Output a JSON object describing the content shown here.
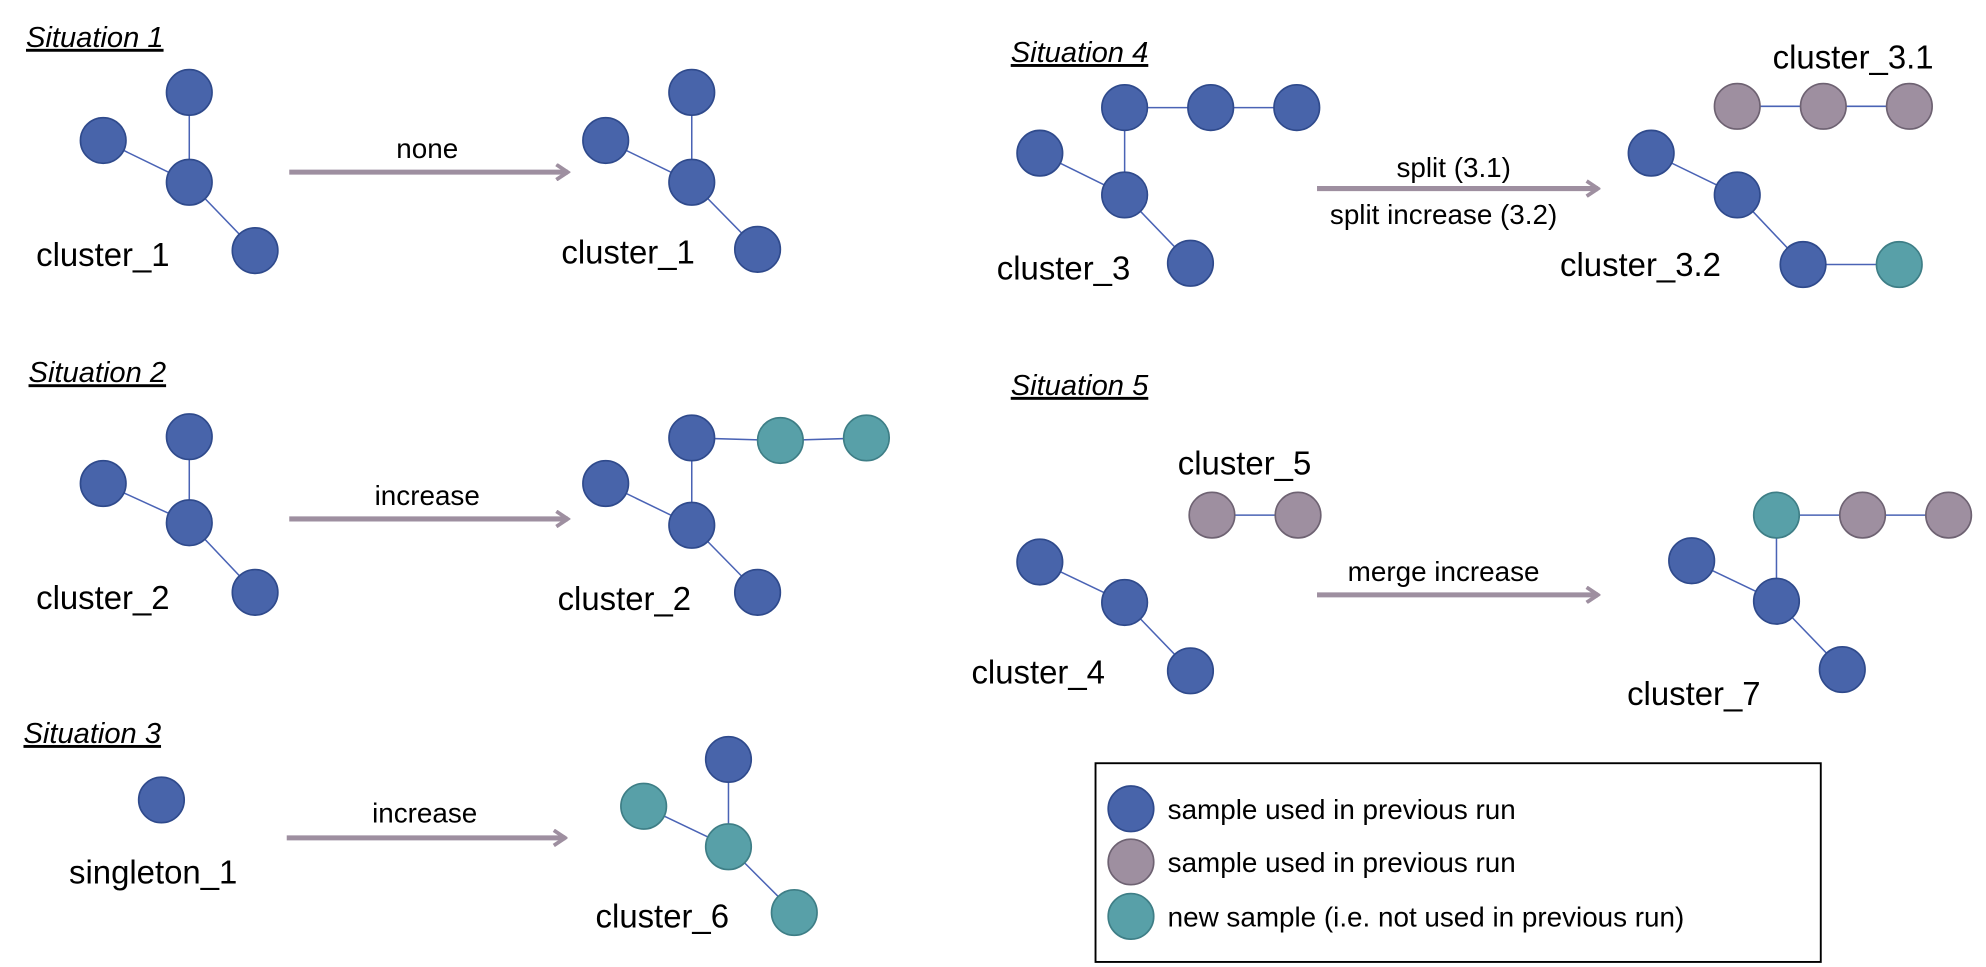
{
  "colors": {
    "previous_blue": "#4864AA",
    "previous_gray": "#9E8FA0",
    "new_teal": "#58A0A8",
    "edge": "#4A63B5",
    "arrow": "#9E8FA0"
  },
  "situations": [
    {
      "title": "Situation 1",
      "before_label": "cluster_1",
      "transition": "none",
      "after_label": "cluster_1"
    },
    {
      "title": "Situation 2",
      "before_label": "cluster_2",
      "transition": "increase",
      "after_label": "cluster_2"
    },
    {
      "title": "Situation 3",
      "before_label": "singleton_1",
      "transition": "increase",
      "after_label": "cluster_6"
    },
    {
      "title": "Situation 4",
      "before_label": "cluster_3",
      "transition": "split (3.1)",
      "transition_2": "split increase (3.2)",
      "after_label": "cluster_3.2",
      "after_label_2": "cluster_3.1"
    },
    {
      "title": "Situation 5",
      "before_label": "cluster_4",
      "before_label_2": "cluster_5",
      "transition": "merge increase",
      "after_label": "cluster_7"
    }
  ],
  "legend": [
    {
      "label": "sample used in previous run",
      "color": "previous_blue"
    },
    {
      "label": "sample used in previous run",
      "color": "previous_gray"
    },
    {
      "label": "new sample (i.e. not used in previous run)",
      "color": "new_teal"
    }
  ]
}
